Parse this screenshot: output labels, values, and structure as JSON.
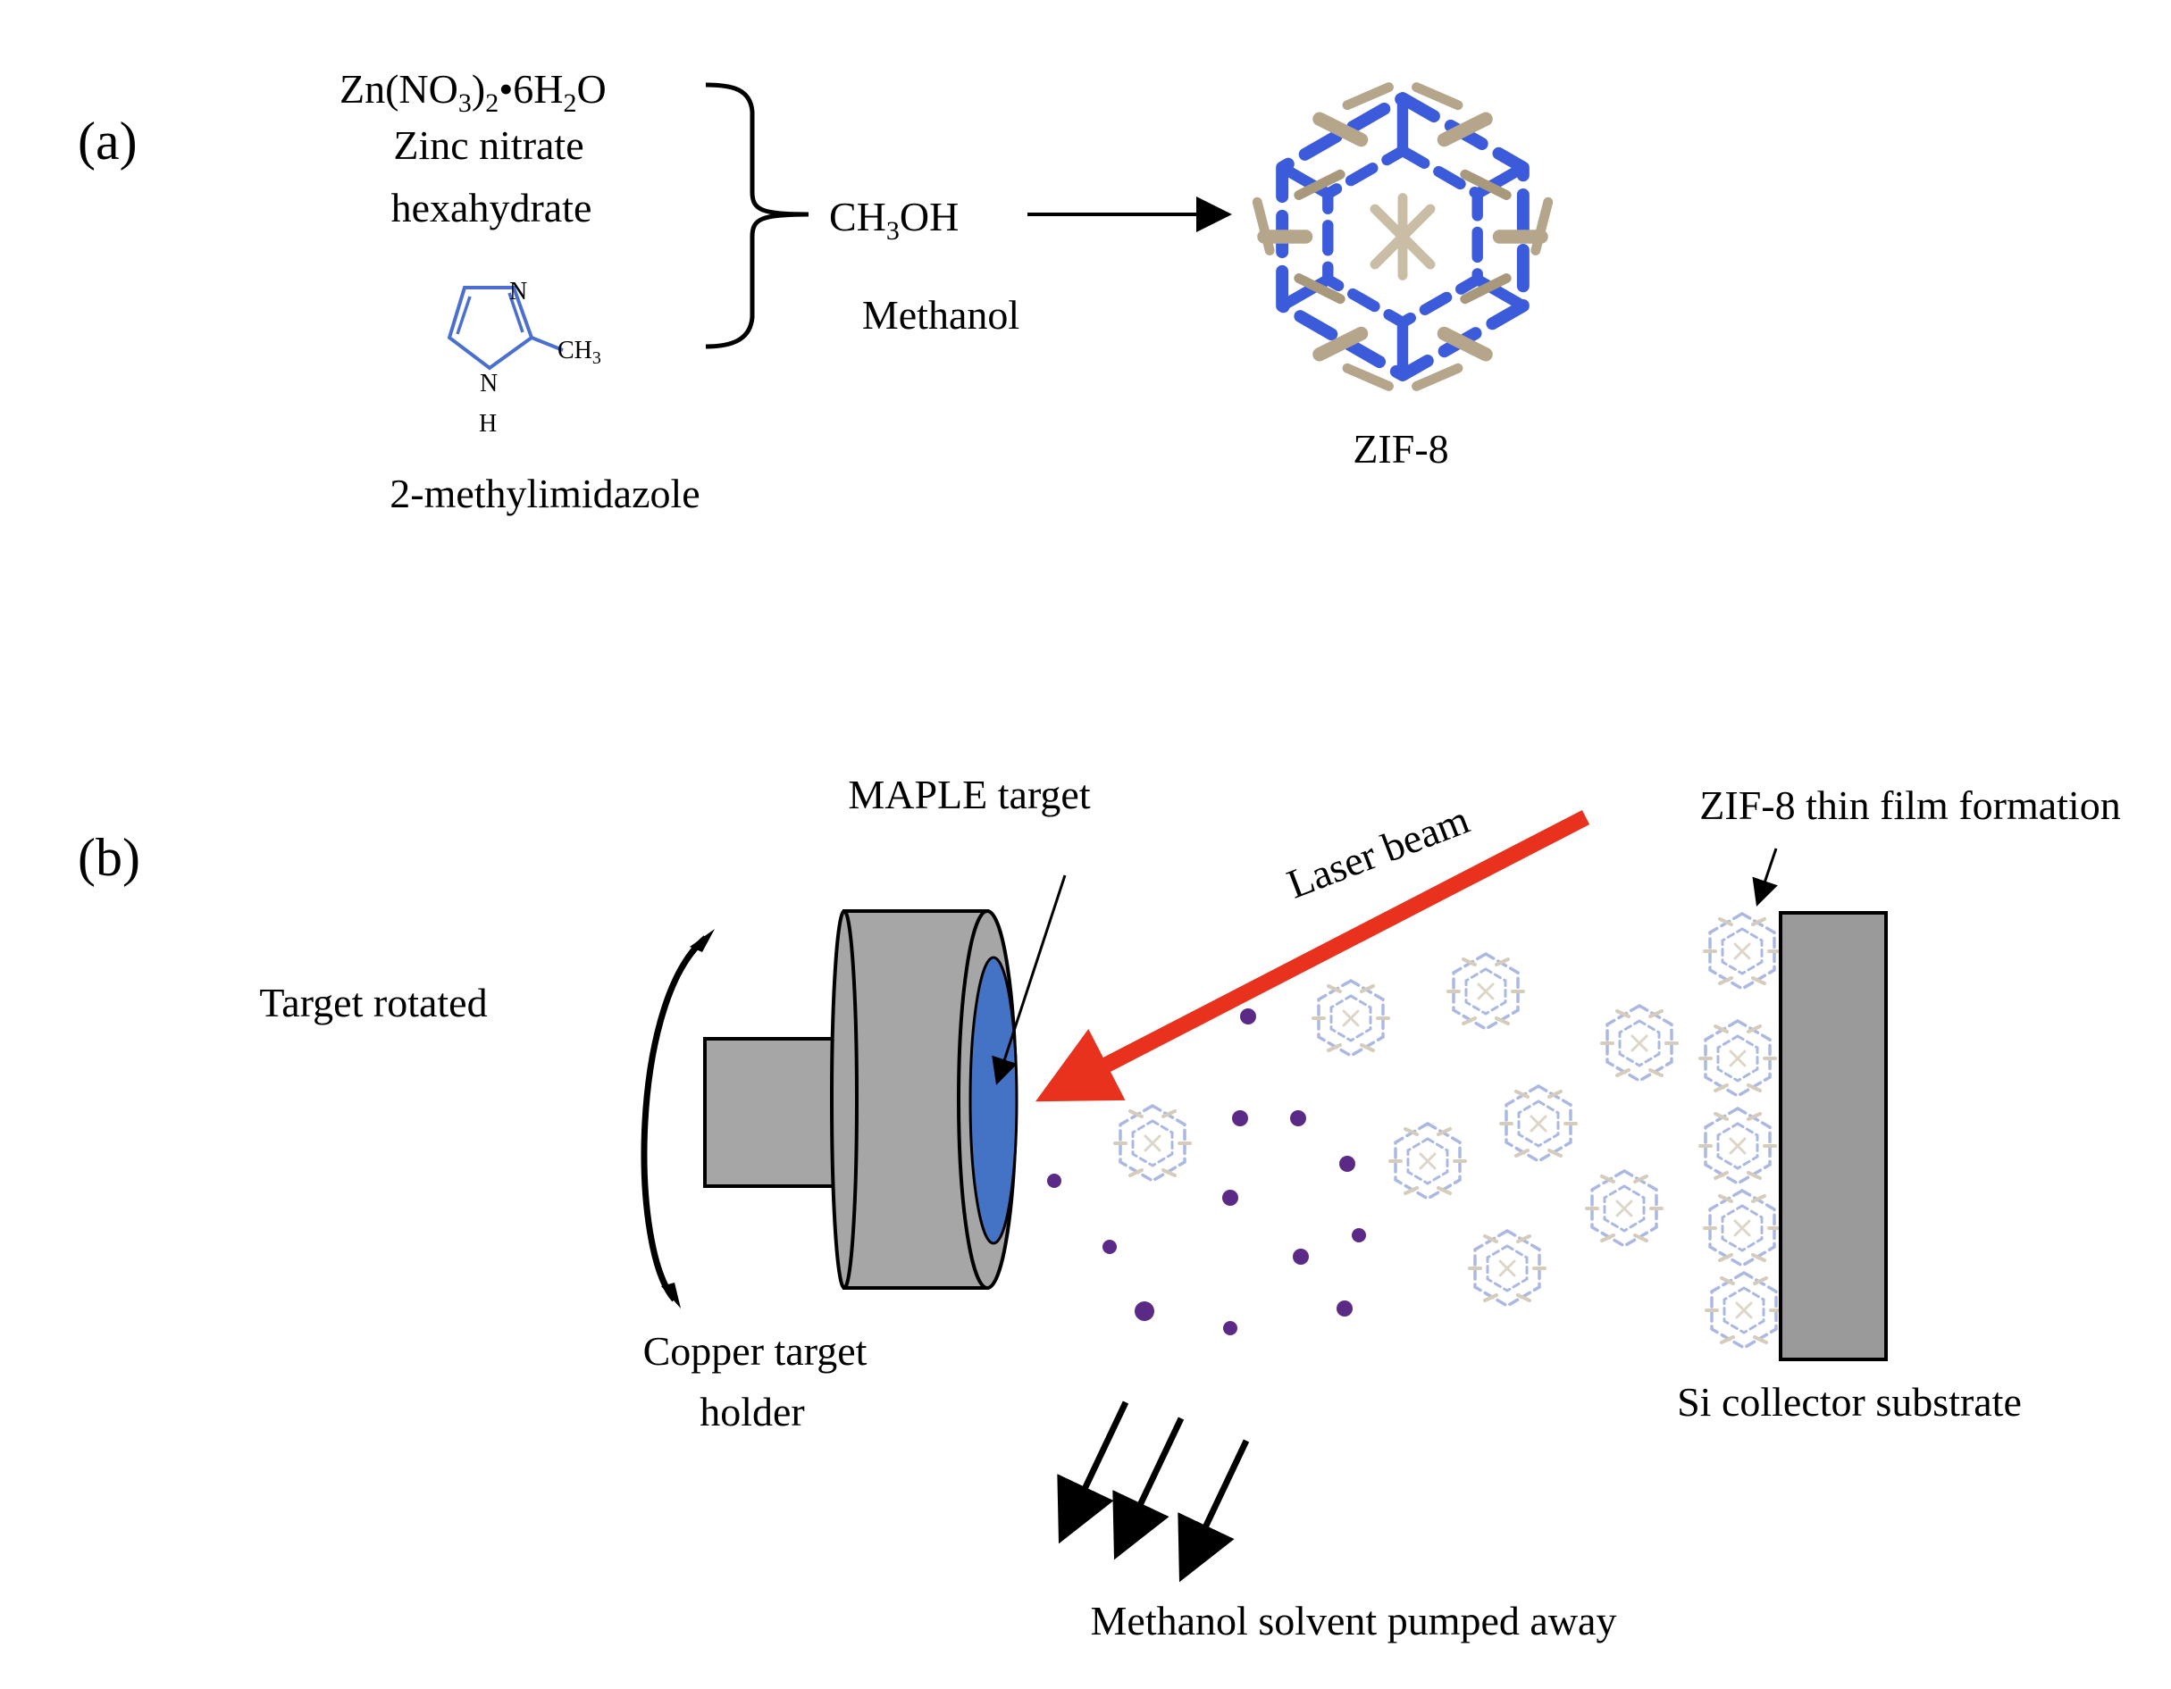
{
  "panel_a": {
    "label": "(a)",
    "reactant1": {
      "formula_parts": [
        "Zn(NO",
        "3",
        ")",
        "2",
        "•6H",
        "2",
        "O"
      ],
      "name_line1": "Zinc nitrate",
      "name_line2": "hexahydrate"
    },
    "reactant2": {
      "ring_n_top": "N",
      "ring_n_bottom": "N",
      "ring_h": "H",
      "methyl_parts": [
        "CH",
        "3"
      ],
      "name": "2-methylimidazole"
    },
    "solvent": {
      "formula_parts": [
        "CH",
        "3",
        "OH"
      ],
      "name": "Methanol"
    },
    "product": {
      "name": "ZIF-8"
    }
  },
  "panel_b": {
    "label": "(b)",
    "maple_target_label": "MAPLE target",
    "laser_label": "Laser beam",
    "film_label": "ZIF-8 thin film formation",
    "rotation_label": "Target rotated",
    "holder_label_line1": "Copper target",
    "holder_label_line2": "holder",
    "substrate_label": "Si collector substrate",
    "pump_label": "Methanol solvent pumped away"
  },
  "colors": {
    "laser": "#e8321e",
    "target_blue": "#4472c4",
    "holder_gray": "#a6a6a6",
    "substrate_gray": "#9a9a9a",
    "solvent_dot": "#5b2a86",
    "zif_n": "#3b5bdb",
    "zif_c": "#b5a58a",
    "ring_blue": "#4a6fd0"
  }
}
